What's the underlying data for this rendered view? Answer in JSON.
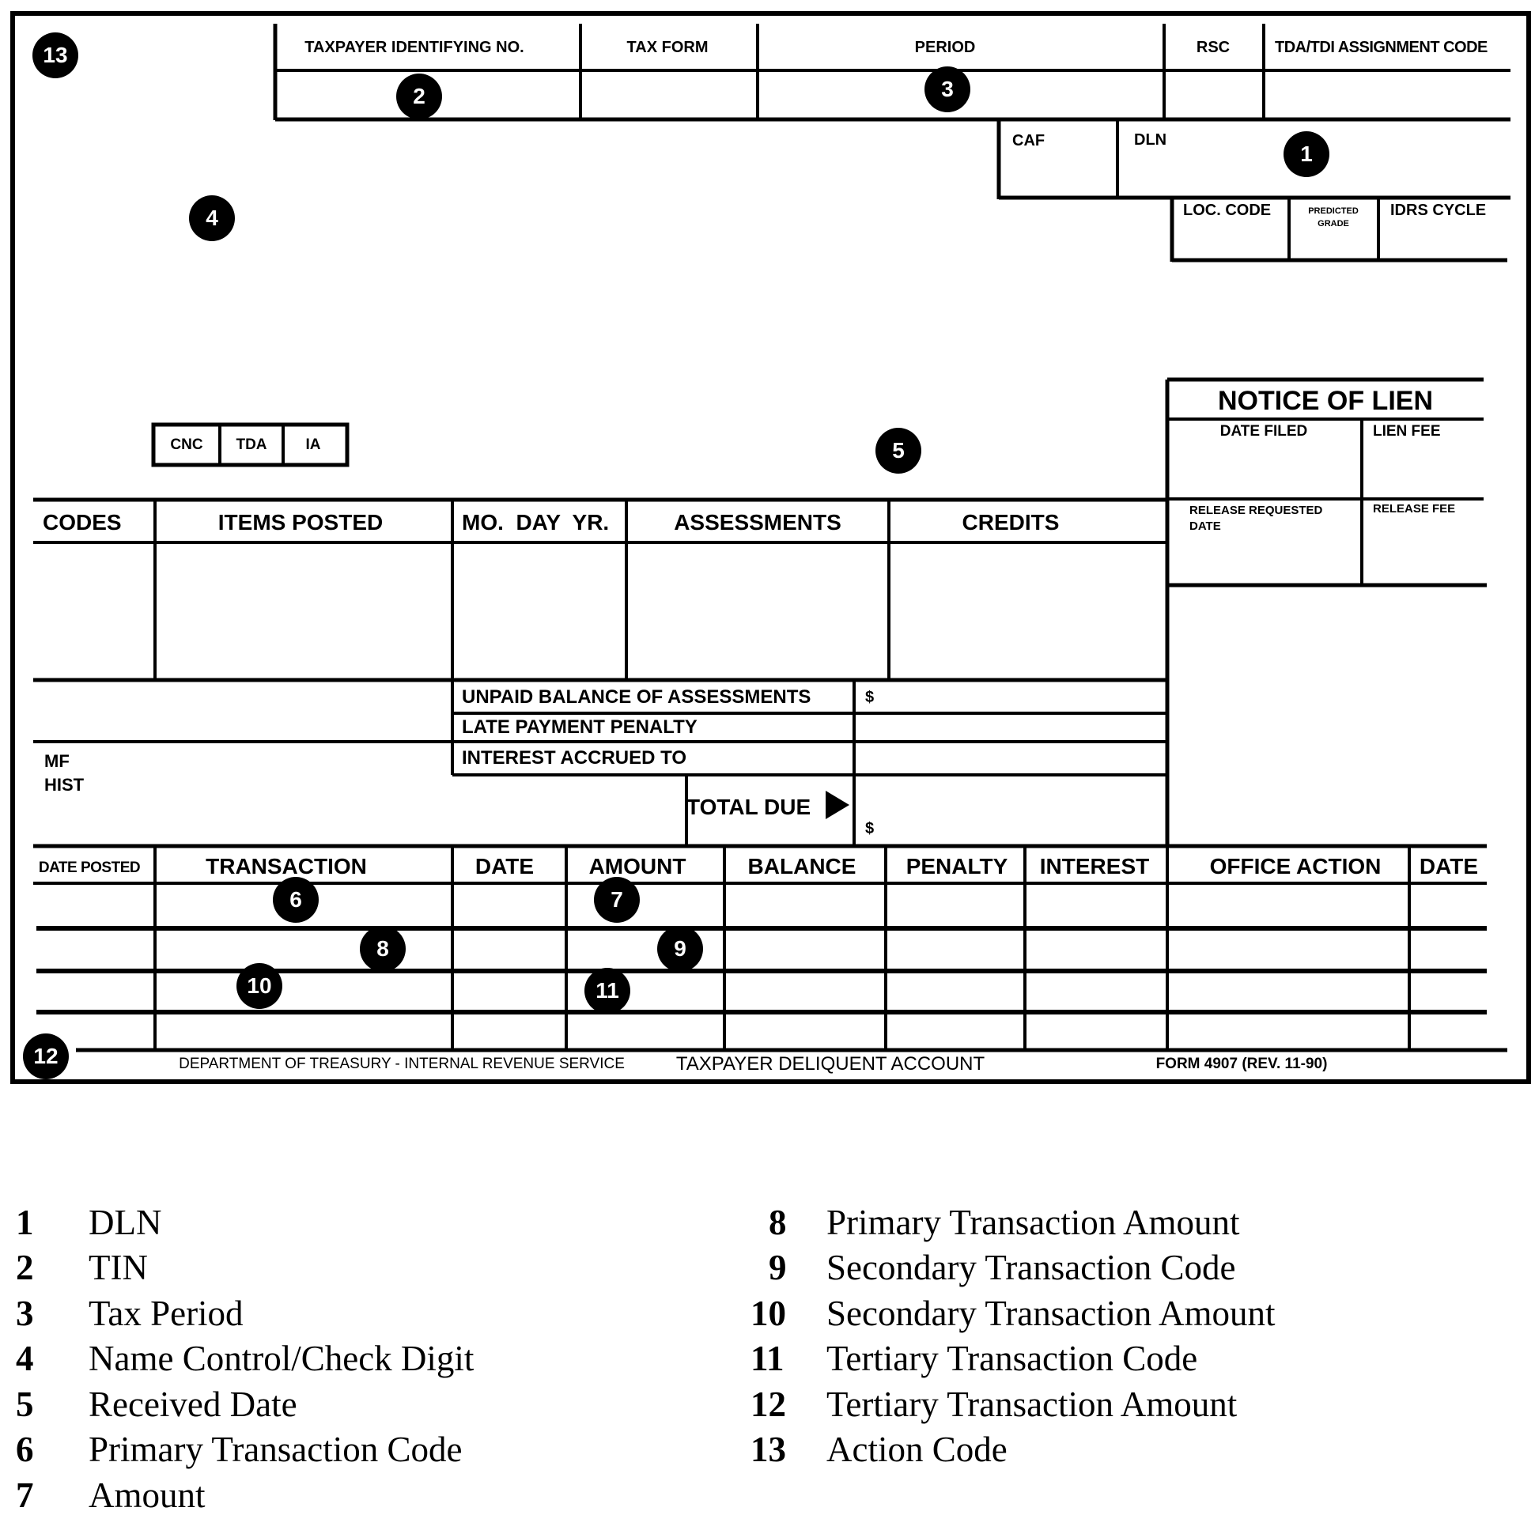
{
  "form": {
    "headers": {
      "tin": "TAXPAYER IDENTIFYING NO.",
      "tax_form": "TAX FORM",
      "period": "PERIOD",
      "rsc": "RSC",
      "tda_code": "TDA/TDI ASSIGNMENT CODE",
      "caf": "CAF",
      "dln": "DLN",
      "loc_code": "LOC. CODE",
      "predicted_grade_1": "PREDICTED",
      "predicted_grade_2": "GRADE",
      "idrs_cycle": "IDRS CYCLE"
    },
    "status_boxes": [
      "CNC",
      "TDA",
      "IA"
    ],
    "lien": {
      "title": "NOTICE OF LIEN",
      "date_filed": "DATE FILED",
      "lien_fee": "LIEN FEE",
      "release_requested_1": "RELEASE REQUESTED",
      "release_requested_2": "DATE",
      "release_fee": "RELEASE FEE"
    },
    "columns": {
      "codes": "CODES",
      "items_posted": "ITEMS POSTED",
      "mo_day_yr": "MO.  DAY  YR.",
      "assessments": "ASSESSMENTS",
      "credits": "CREDITS"
    },
    "summary": {
      "unpaid_balance": "UNPAID BALANCE OF ASSESSMENTS",
      "dollar1": "$",
      "late_payment": "LATE PAYMENT PENALTY",
      "interest_accrued": "INTEREST ACCRUED TO",
      "total_due": "TOTAL DUE",
      "dollar2": "$",
      "mf": "MF",
      "hist": "HIST"
    },
    "transactions": {
      "date_posted": "DATE POSTED",
      "transaction": "TRANSACTION",
      "date": "DATE",
      "amount": "AMOUNT",
      "balance": "BALANCE",
      "penalty": "PENALTY",
      "interest": "INTEREST",
      "office_action": "OFFICE ACTION",
      "date2": "DATE"
    },
    "footer": {
      "dept": "DEPARTMENT OF TREASURY - INTERNAL REVENUE SERVICE",
      "title": "TAXPAYER DELIQUENT ACCOUNT",
      "form_no": "FORM 4907 (REV. 11-90)"
    },
    "badges": [
      "1",
      "2",
      "3",
      "4",
      "5",
      "6",
      "7",
      "8",
      "9",
      "10",
      "11",
      "12",
      "13"
    ]
  },
  "legend": [
    {
      "num": "1",
      "label": "DLN"
    },
    {
      "num": "2",
      "label": "TIN"
    },
    {
      "num": "3",
      "label": "Tax Period"
    },
    {
      "num": "4",
      "label": "Name Control/Check Digit"
    },
    {
      "num": "5",
      "label": "Received Date"
    },
    {
      "num": "6",
      "label": "Primary Transaction Code"
    },
    {
      "num": "7",
      "label": "Amount"
    },
    {
      "num": "8",
      "label": "Primary Transaction Amount"
    },
    {
      "num": "9",
      "label": "Secondary Transaction Code"
    },
    {
      "num": "10",
      "label": "Secondary Transaction Amount"
    },
    {
      "num": "11",
      "label": "Tertiary Transaction Code"
    },
    {
      "num": "12",
      "label": "Tertiary Transaction Amount"
    },
    {
      "num": "13",
      "label": "Action Code"
    }
  ]
}
